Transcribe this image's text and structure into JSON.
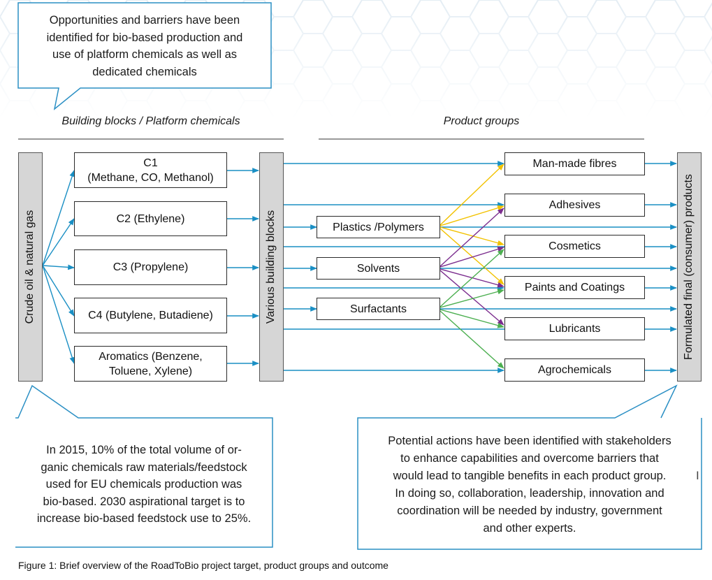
{
  "callouts": {
    "top": [
      "Opportunities and barriers have been",
      "identified for bio-based production and",
      "use of platform chemicals as well as",
      "dedicated chemicals"
    ],
    "bottom_left": [
      "In 2015, 10% of the total volume of or-",
      "ganic chemicals raw materials/feedstock",
      "used for EU chemicals production was",
      "bio-based. 2030 aspirational target is to",
      "increase bio-based feedstock use to 25%."
    ],
    "bottom_right": [
      "Potential actions have been identified with stakeholders",
      "to enhance capabilities and overcome barriers that",
      "would lead to tangible benefits in each product group.",
      "In doing so, collaboration, leadership, innovation and",
      "coordination will be needed by industry, government",
      "and other experts."
    ]
  },
  "headers": {
    "building_blocks": "Building blocks / Platform chemicals",
    "product_groups": "Product groups"
  },
  "bars": {
    "crude": "Crude oil & natural gas",
    "various": "Various building blocks",
    "formulated": "Formulated final (consumer) products"
  },
  "building_blocks": [
    {
      "line1": "C1",
      "line2": "(Methane, CO, Methanol)"
    },
    {
      "line1": "C2 (Ethylene)",
      "line2": ""
    },
    {
      "line1": "C3 (Propylene)",
      "line2": ""
    },
    {
      "line1": "C4 (Butylene, Butadiene)",
      "line2": ""
    },
    {
      "line1": "Aromatics (Benzene,",
      "line2": "Toluene, Xylene)"
    }
  ],
  "intermediates": [
    "Plastics /Polymers",
    "Solvents",
    "Surfactants"
  ],
  "products": [
    "Man-made fibres",
    "Adhesives",
    "Cosmetics",
    "Paints and Coatings",
    "Lubricants",
    "Agrochemicals"
  ],
  "arrow_colors": {
    "plastics": "#f2c200",
    "solvents": "#7b2d8e",
    "surfactants": "#4caf50",
    "default": "#1a8fc4"
  },
  "caption": "Figure 1: Brief overview of the RoadToBio project target, product groups and outcome",
  "cursor_icon": "I"
}
